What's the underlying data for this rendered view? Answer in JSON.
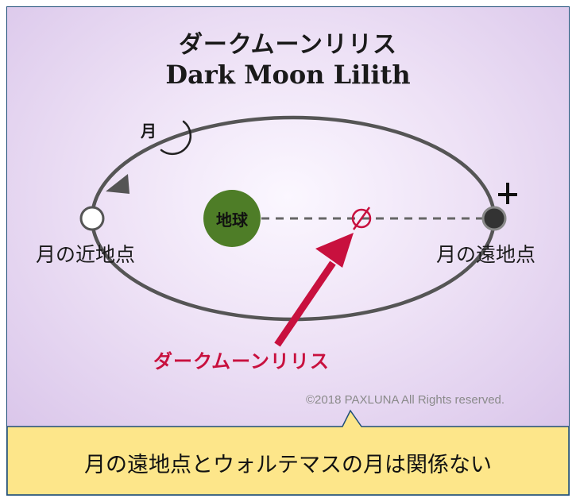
{
  "title": {
    "japanese": "ダークムーンリリス",
    "english": "Dark Moon Lilith"
  },
  "labels": {
    "moon": "月",
    "perigee": "月の近地点",
    "apogee": "月の遠地点",
    "earth": "地球",
    "dark_moon_lilith": "ダークムーンリリス"
  },
  "copyright": "©2018 PAXLUNA All Rights reserved.",
  "callout": "月の遠地点とウォルテマスの月は関係ない",
  "icons": {
    "moon": "crescent-moon-icon",
    "lilith": "lilith-symbol-icon",
    "dark_moon_point": "empty-set-icon"
  },
  "colors": {
    "orbit": "#555555",
    "earth": "#4e7d27",
    "apogee_point": "#333333",
    "arrow": "#c8103e",
    "moon": "#f3c21a",
    "callout_bg": "#fde68a",
    "callout_border": "#1f4e79"
  }
}
